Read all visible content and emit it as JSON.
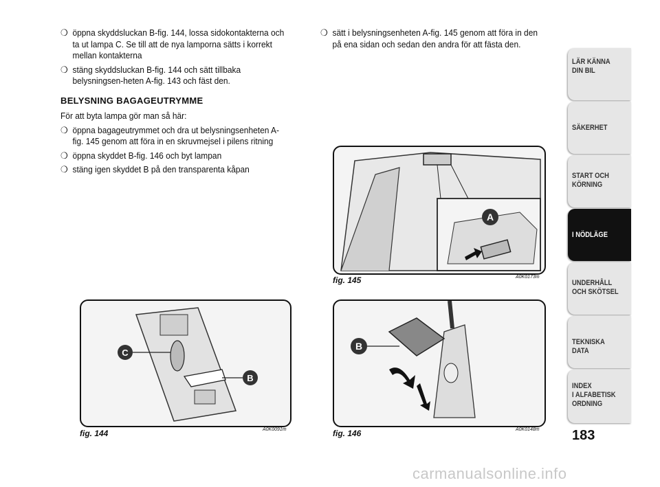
{
  "left_column": {
    "bullets_top": [
      "öppna skyddsluckan B-fig. 144, lossa sidokontakterna och ta ut lampa C. Se till att de nya lamporna sätts i korrekt mellan kontakterna",
      "stäng skyddsluckan B-fig. 144 och sätt tillbaka belysningsen-heten A-fig. 143 och fäst den."
    ],
    "heading": "BELYSNING BAGAGEUTRYMME",
    "intro": "För att byta lampa gör man så här:",
    "bullets_bottom": [
      "öppna bagageutrymmet och dra ut belysningsenheten A-fig. 145 genom att föra in en skruvmejsel i pilens ritning",
      "öppna skyddet B-fig. 146 och byt lampan",
      "stäng igen skyddet B på den transparenta kåpan"
    ]
  },
  "right_column": {
    "bullets": [
      "sätt i belysningsenheten A-fig. 145 genom att föra in den på ena sidan och sedan den andra för att fästa den."
    ]
  },
  "bullet_mark": "❍",
  "figures": {
    "fig144": {
      "caption": "fig. 144",
      "code": "A0K0091m",
      "labels": [
        "C",
        "B"
      ]
    },
    "fig145": {
      "caption": "fig. 145",
      "code": "A0K0173m",
      "labels": [
        "A"
      ]
    },
    "fig146": {
      "caption": "fig. 146",
      "code": "A0K0148m",
      "labels": [
        "B"
      ]
    }
  },
  "tabs": [
    {
      "label_lines": [
        "LÄR KÄNNA",
        "DIN BIL"
      ],
      "active": false
    },
    {
      "label_lines": [
        "SÄKERHET"
      ],
      "active": false
    },
    {
      "label_lines": [
        "START OCH",
        "KÖRNING"
      ],
      "active": false
    },
    {
      "label_lines": [
        "I NÖDLÄGE"
      ],
      "active": true
    },
    {
      "label_lines": [
        "UNDERHÅLL",
        "OCH SKÖTSEL"
      ],
      "active": false
    },
    {
      "label_lines": [
        "TEKNISKA DATA"
      ],
      "active": false
    },
    {
      "label_lines": [
        "INDEX",
        "I ALFABETISK",
        "ORDNING"
      ],
      "active": false
    }
  ],
  "page_number": "183",
  "watermark": "carmanualsonline.info"
}
